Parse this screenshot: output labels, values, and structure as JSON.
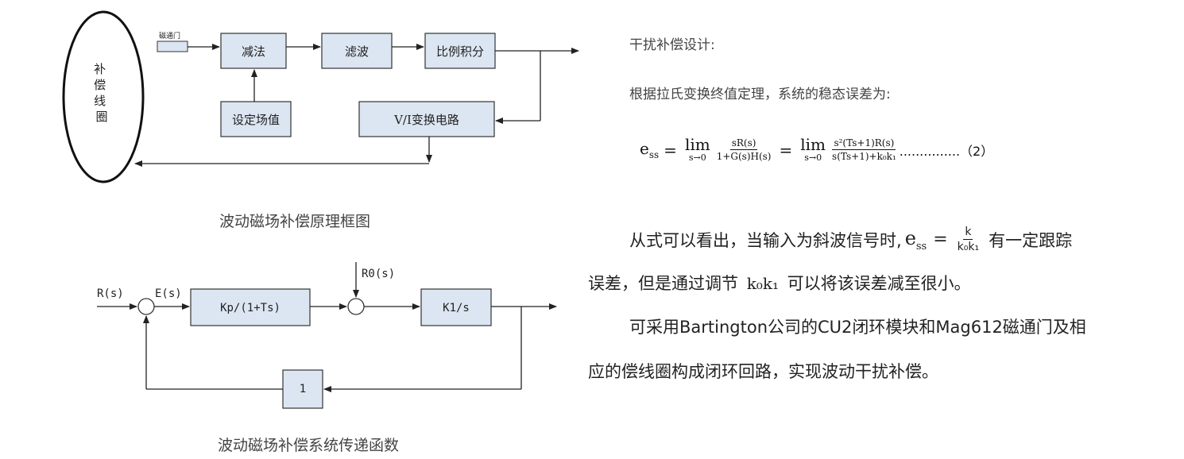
{
  "diagram1": {
    "coil_label": "补\n偿\n线\n圈",
    "fluxgate_label": "磁通门",
    "subtract": "减法",
    "filter": "滤波",
    "pi": "比例积分",
    "setpoint": "设定场值",
    "vi": "V/I变换电路",
    "caption": "波动磁场补偿原理框图"
  },
  "diagram2": {
    "input": "R(s)",
    "error": "E(s)",
    "disturbance": "R0(s)",
    "block1": "Kp/(1+Ts)",
    "block2": "K1/s",
    "feedback": "1",
    "caption": "波动磁场补偿系统传递函数"
  },
  "text": {
    "heading": "干扰补偿设计:",
    "intro": "根据拉氏变换终值定理，系统的稳态误差为:",
    "formula_lhs": "e",
    "formula_lhs_sub": "ss",
    "formula_eq": "=",
    "lim_word": "lim",
    "lim_sub": "s→0",
    "frac1_num": "sR(s)",
    "frac1_den": "1+G(s)H(s)",
    "frac2_num": "s²(Ts+1)R(s)",
    "frac2_den": "s(Ts+1)+k₀k₁",
    "formula_tail": "...............（2）",
    "para1_a": "从式可以看出，当输入为斜波信号时,",
    "para1_ess": "e",
    "para1_ess_sub": "ss",
    "para1_eq": "=",
    "para1_frac_num": "k",
    "para1_frac_den": "k₀k₁",
    "para1_b": "有一定跟踪",
    "para2_a": "误差，但是通过调节",
    "para2_k": "k₀k₁",
    "para2_b": "可以将该误差减至很小。",
    "para3": "可采用Bartington公司的CU2闭环模块和Mag612磁通门及相",
    "para4": "应的偿线圈构成闭环回路，实现波动干扰补偿。"
  }
}
